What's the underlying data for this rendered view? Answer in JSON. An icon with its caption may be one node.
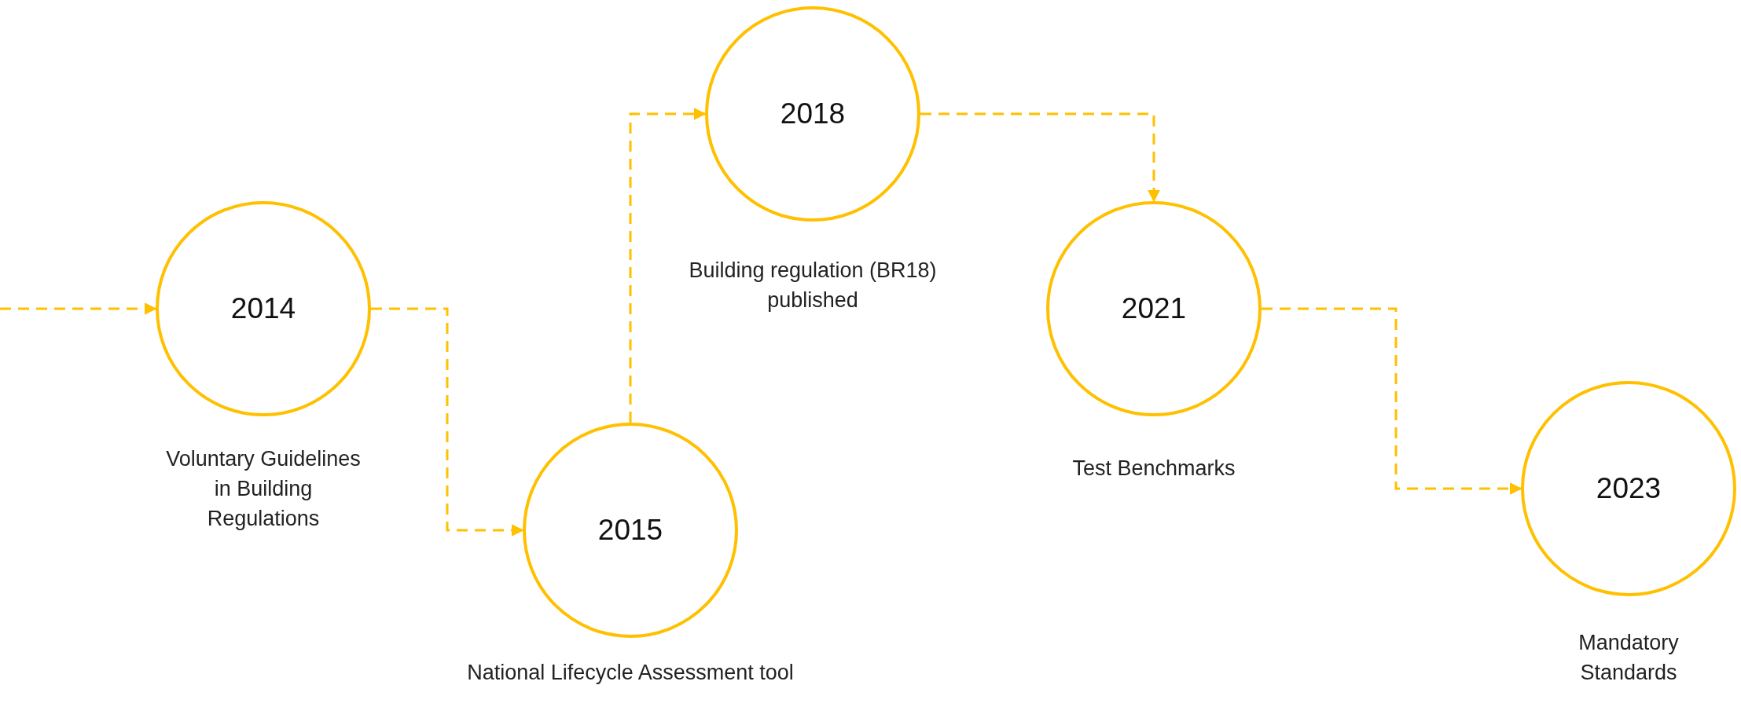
{
  "diagram": {
    "nodes": [
      {
        "text": [
          "2014"
        ],
        "beside": [
          "Voluntary Guidelines in Building Regulations"
        ]
      },
      {
        "text": [
          "2015"
        ],
        "beside": [
          "National Lifecycle Assessment tool"
        ]
      },
      {
        "text": [
          "2018"
        ],
        "beside": [
          "Building regulation (BR18) published"
        ]
      },
      {
        "text": [
          "2021"
        ],
        "beside": [
          "Test Benchmarks"
        ]
      },
      {
        "text": [
          "2023"
        ],
        "beside": [
          "Mandatory Standards"
        ]
      }
    ],
    "edges": [
      {
        "from": null,
        "to": 0,
        "arrow": "to",
        "style": "dashed"
      },
      {
        "from": 0,
        "to": 1,
        "arrow": "to",
        "style": "dashed"
      },
      {
        "from": 1,
        "to": 2,
        "arrow": "to",
        "style": "dashed"
      },
      {
        "from": 2,
        "to": 3,
        "arrow": "to",
        "style": "dashed"
      },
      {
        "from": 3,
        "to": 4,
        "arrow": "to",
        "style": "dashed"
      }
    ]
  }
}
